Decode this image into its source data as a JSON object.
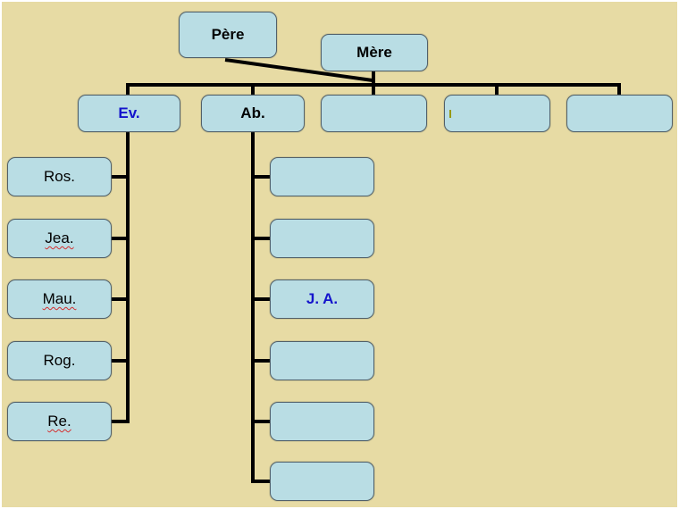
{
  "colors": {
    "background": "#e7dba4",
    "node_fill": "#b9dde4",
    "node_border": "#51606a",
    "connector": "#000000",
    "accent_text_blue": "#1414cc",
    "spellcheck_red": "#d43030",
    "frame_white": "#ffffff"
  },
  "tree": {
    "father": {
      "label": "Père"
    },
    "mother": {
      "label": "Mère"
    },
    "generation2": [
      {
        "label": "Ev."
      },
      {
        "label": "Ab."
      },
      {
        "label": ""
      },
      {
        "label": ""
      },
      {
        "label": ""
      }
    ],
    "ev_children": [
      {
        "label": "Ros."
      },
      {
        "label": "Jea."
      },
      {
        "label": "Mau."
      },
      {
        "label": "Rog."
      },
      {
        "label": "Re."
      }
    ],
    "ab_children": [
      {
        "label": ""
      },
      {
        "label": ""
      },
      {
        "label": "J. A."
      },
      {
        "label": ""
      },
      {
        "label": ""
      },
      {
        "label": ""
      }
    ]
  }
}
